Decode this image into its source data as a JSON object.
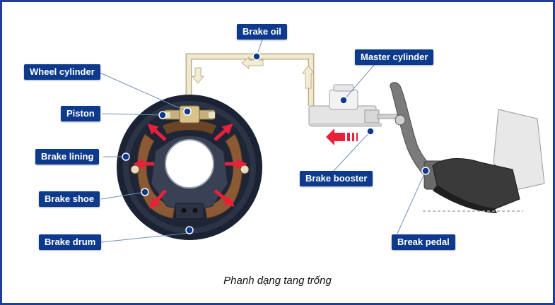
{
  "labels": {
    "brake_oil": "Brake oil",
    "master_cylinder": "Master cylinder",
    "wheel_cylinder": "Wheel cylinder",
    "piston": "Piston",
    "brake_lining": "Brake lining",
    "brake_booster": "Brake booster",
    "brake_shoe": "Brake shoe",
    "brake_drum": "Brake drum",
    "break_pedal": "Break pedal"
  },
  "caption": "Phanh dạng tang trống",
  "colors": {
    "frame_border": "#1d3f94",
    "label_bg": "#0d3a8c",
    "label_text": "#ffffff",
    "arrow_red": "#e8203a",
    "shoe_brown": "#8a5a34",
    "drum_dark": "#1b2233",
    "pipe_cream": "#e7e0c4"
  }
}
